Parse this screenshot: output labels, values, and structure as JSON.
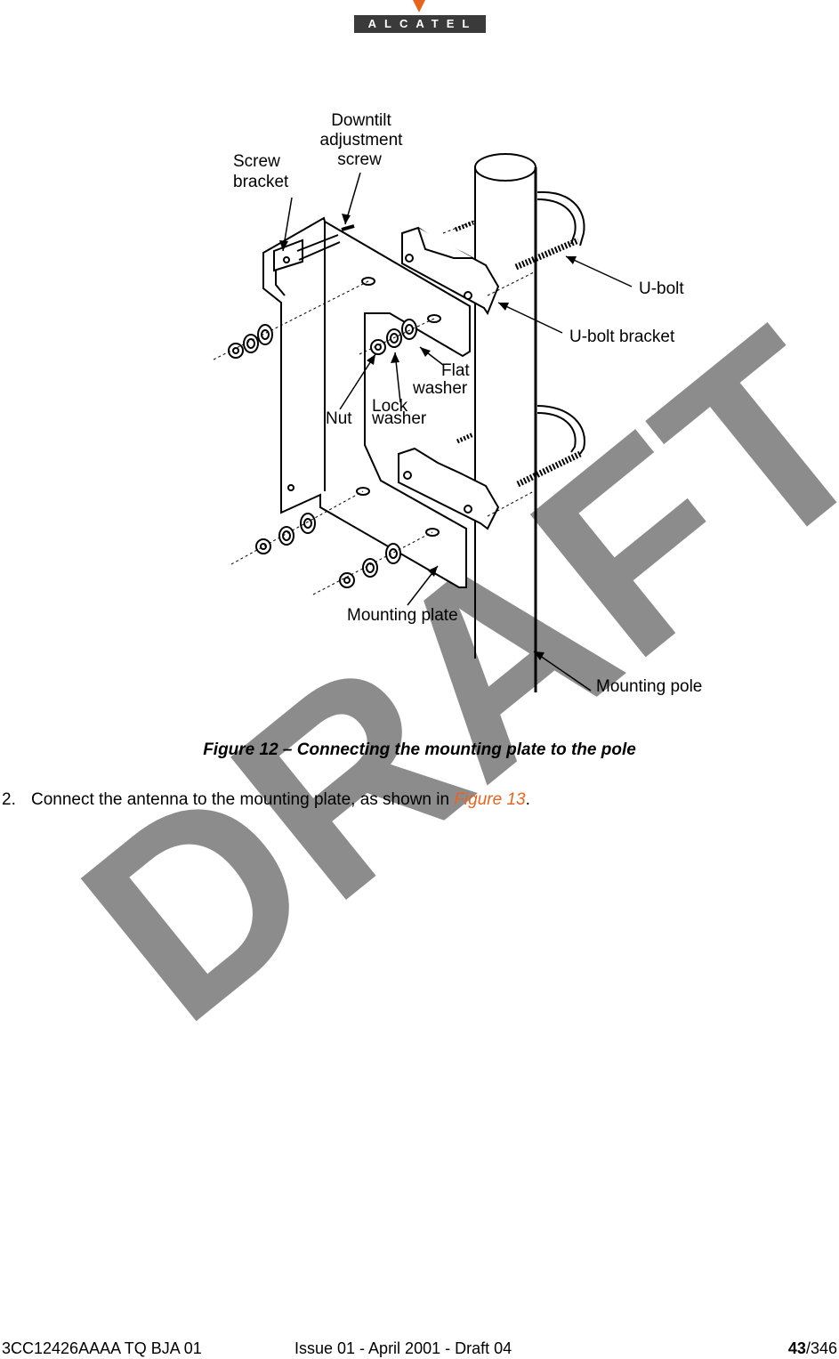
{
  "header": {
    "logo_text": "ALCATEL"
  },
  "figure": {
    "labels": {
      "downtilt_1": "Downtilt",
      "downtilt_2": "adjustment",
      "downtilt_3": "screw",
      "screw_bracket_1": "Screw",
      "screw_bracket_2": "bracket",
      "u_bolt": "U-bolt",
      "u_bolt_bracket": "U-bolt bracket",
      "flat_washer_1": "Flat",
      "flat_washer_2": "washer",
      "lock_washer_1": "Lock",
      "lock_washer_2": "washer",
      "nut": "Nut",
      "mounting_plate": "Mounting plate",
      "mounting_pole": "Mounting pole"
    },
    "caption": "Figure 12 – Connecting the mounting plate to the pole",
    "watermark": "DRAFT"
  },
  "step": {
    "number": "2.",
    "text_before": "Connect the antenna to the mounting plate, as shown in ",
    "link": "Figure 13",
    "text_after": "."
  },
  "footer": {
    "doc_id": "3CC12426AAAA TQ BJA 01",
    "issue": "Issue 01 - April 2001 - Draft 04",
    "page_current": "43",
    "page_total": "/346"
  },
  "colors": {
    "accent": "#e8641e",
    "watermark": "#808080"
  }
}
